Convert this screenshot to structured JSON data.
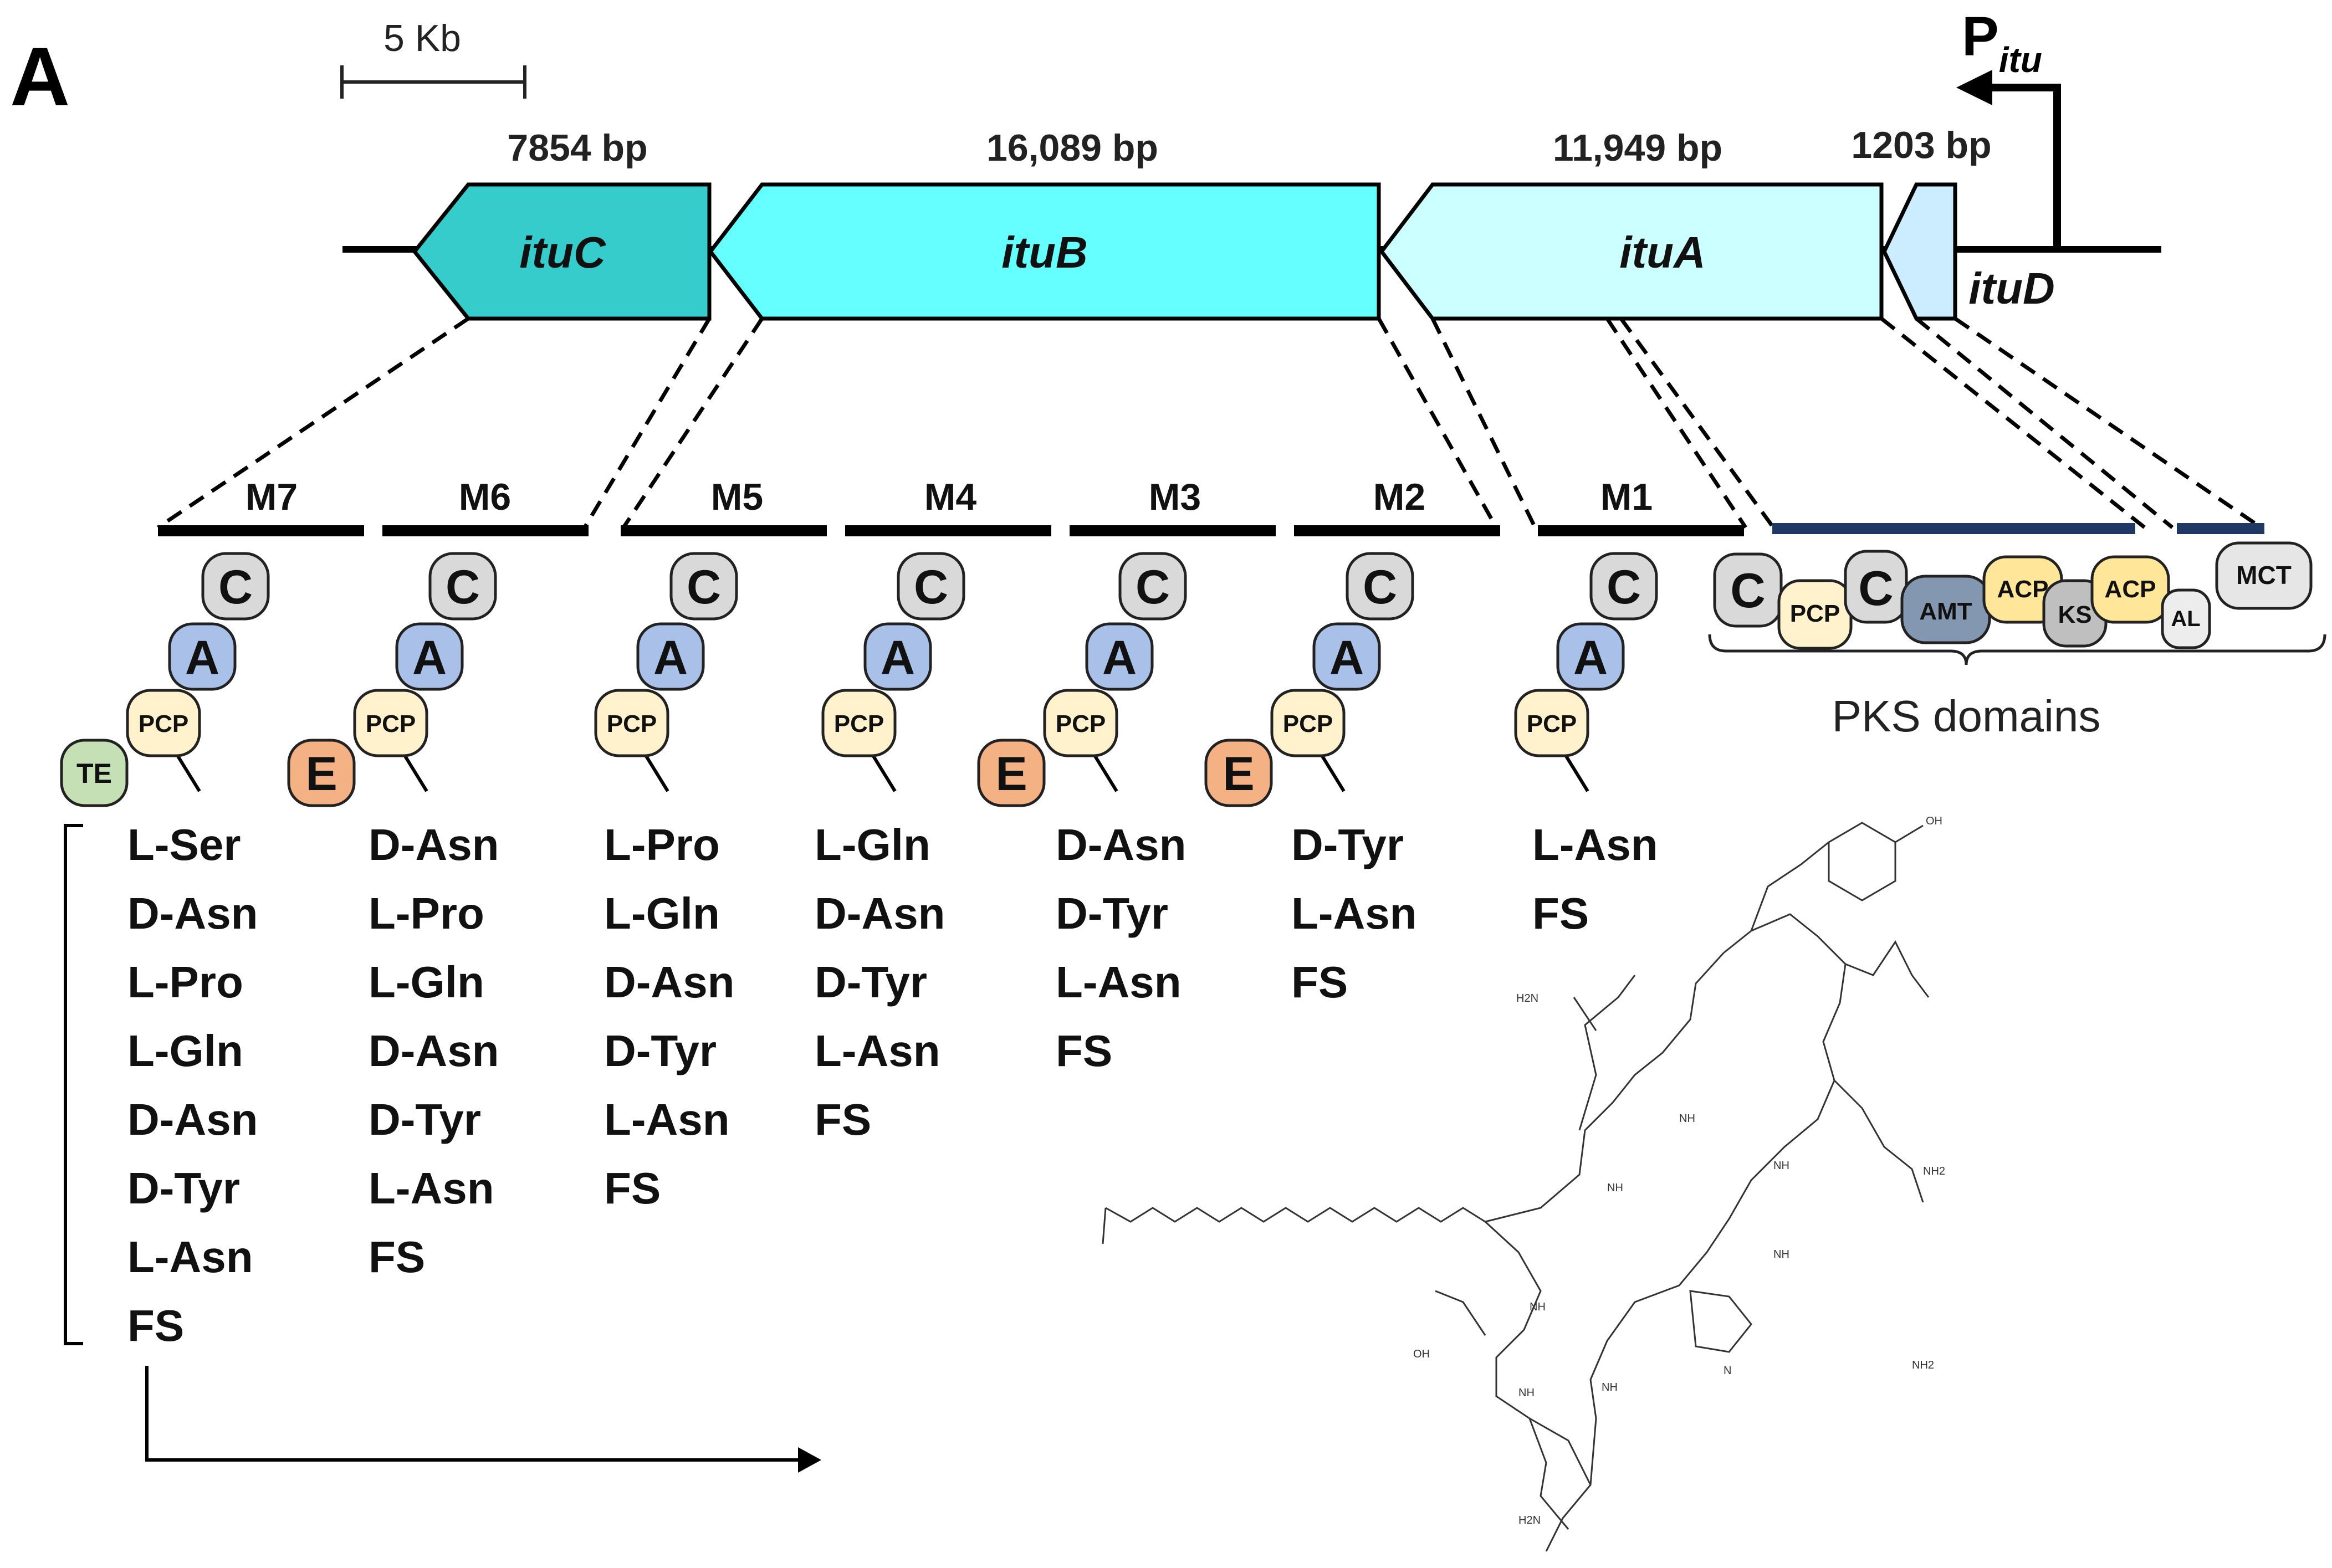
{
  "panel_label": "A",
  "scale_bar": {
    "label": "5 Kb"
  },
  "promoter": {
    "main": "P",
    "sub": "itu"
  },
  "genes": [
    {
      "name": "ituC",
      "size": "7854 bp",
      "color": "#36CCCC"
    },
    {
      "name": "ituB",
      "size": "16,089 bp",
      "color": "#66FFFF"
    },
    {
      "name": "ituA",
      "size": "11,949 bp",
      "color": "#CCFFFF"
    },
    {
      "name": "ituD",
      "size": "1203 bp",
      "color": "#CCECFF"
    }
  ],
  "modules": [
    "M7",
    "M6",
    "M5",
    "M4",
    "M3",
    "M2",
    "M1"
  ],
  "domains": {
    "c": "C",
    "a": "A",
    "pcp": "PCP",
    "te": "TE",
    "e": "E",
    "amt": "AMT",
    "acp": "ACP",
    "ks": "KS",
    "al": "AL",
    "mct": "MCT"
  },
  "domain_colors": {
    "C": "#D9D9D9",
    "A": "#A9C1E8",
    "PCP": "#FFF2CC",
    "TE": "#C5E0B4",
    "E": "#F4B183",
    "AMT": "#8497B0",
    "ACP": "#FFE699",
    "KS": "#BFBFBF",
    "AL": "#EDEDED",
    "MCT": "#E7E6E6",
    "pks_bar": "#1F3864"
  },
  "pks_label": "PKS domains",
  "products": [
    [
      "L-Ser",
      "D-Asn",
      "L-Pro",
      "L-Gln",
      "D-Asn",
      "D-Tyr",
      "L-Asn",
      "FS"
    ],
    [
      "D-Asn",
      "L-Pro",
      "L-Gln",
      "D-Asn",
      "D-Tyr",
      "L-Asn",
      "FS"
    ],
    [
      "L-Pro",
      "L-Gln",
      "D-Asn",
      "D-Tyr",
      "L-Asn",
      "FS"
    ],
    [
      "L-Gln",
      "D-Asn",
      "D-Tyr",
      "L-Asn",
      "FS"
    ],
    [
      "D-Asn",
      "D-Tyr",
      "L-Asn",
      "FS"
    ],
    [
      "D-Tyr",
      "L-Asn",
      "FS"
    ],
    [
      "L-Asn",
      "FS"
    ]
  ],
  "chem_labels": {
    "oh": "OH",
    "nh": "NH",
    "nh2": "NH2",
    "n": "N",
    "h2n": "H2N"
  }
}
